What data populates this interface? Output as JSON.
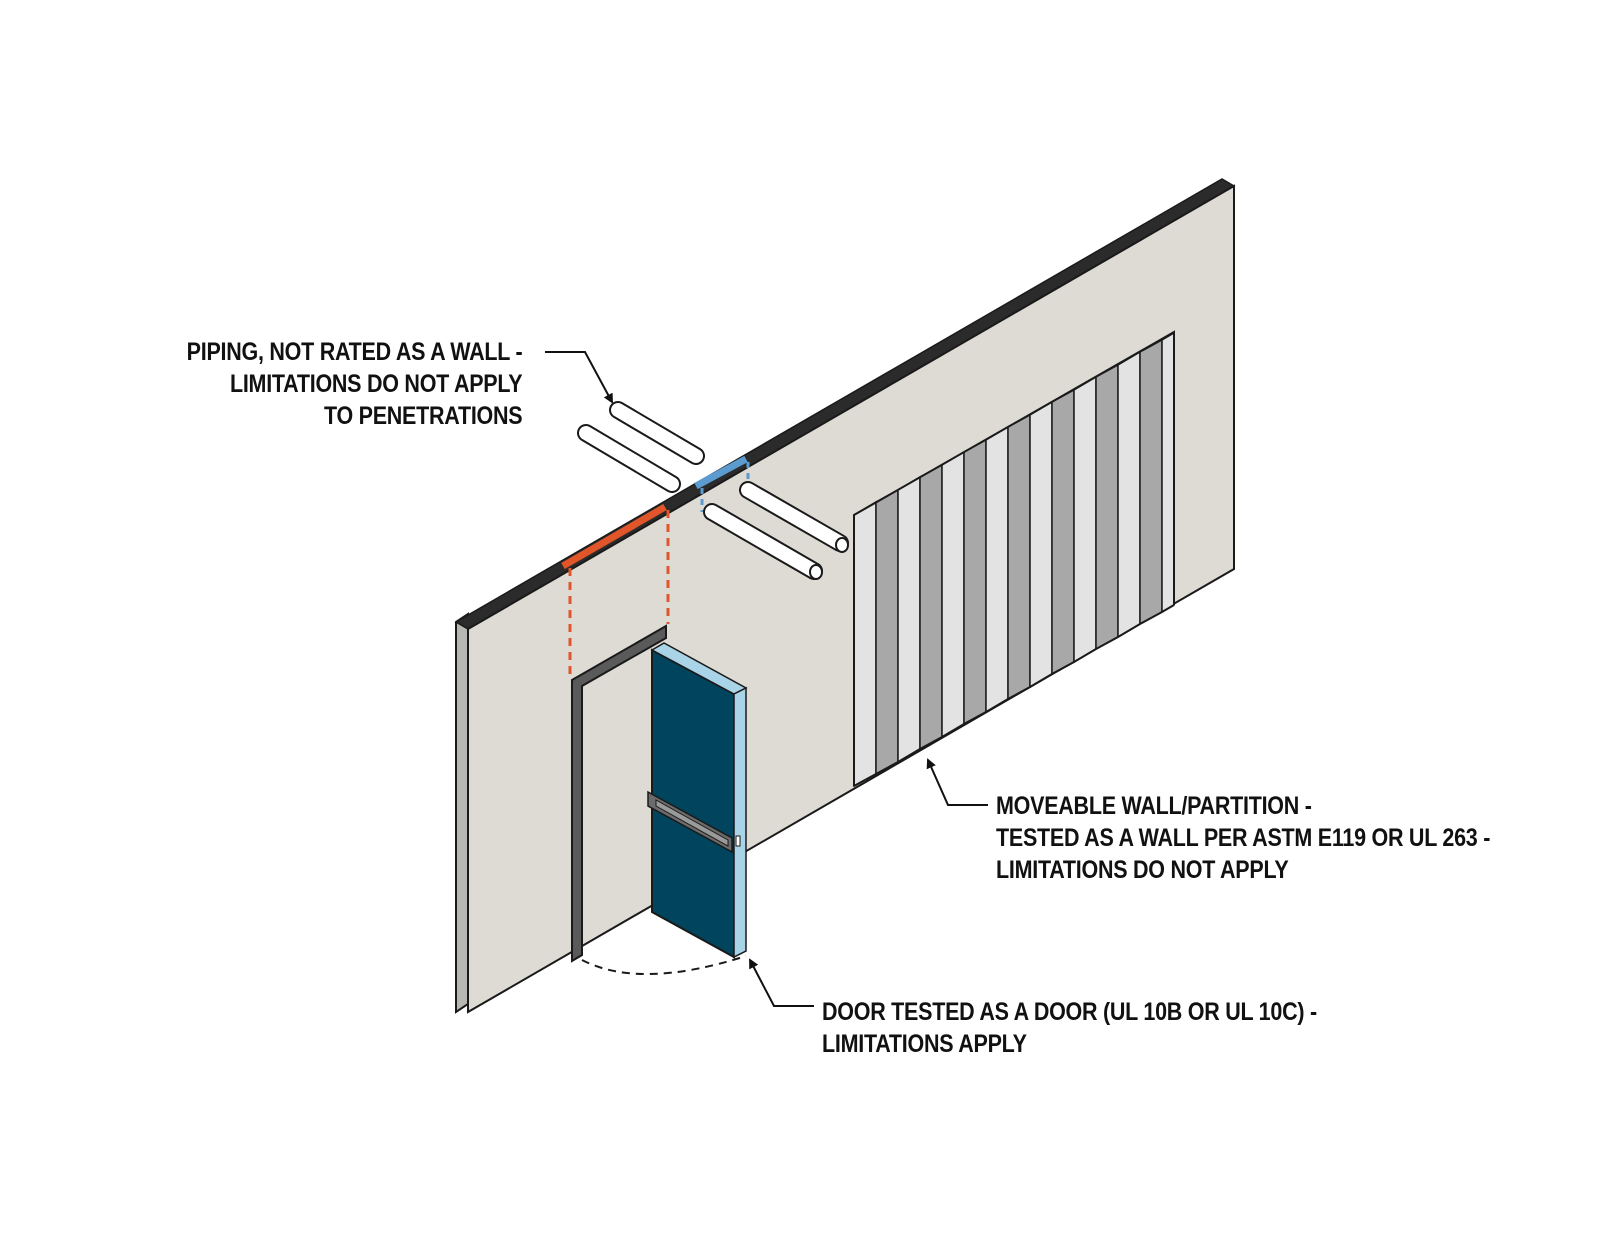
{
  "diagram": {
    "colors": {
      "wall_face": "#dedbd5",
      "wall_edge_dark": "#2b2b2b",
      "wall_end": "#b9b7b3",
      "door_panel": "#00445e",
      "door_edge": "#a9d3e6",
      "frame": "#5a5a5a",
      "partition_light": "#e3e3e3",
      "partition_dark": "#a8a8a8",
      "red_marker": "#e0562a",
      "blue_marker": "#5b9bd0",
      "pipe_fill": "#ffffff",
      "outline": "#1a1a1a"
    },
    "icons": {
      "pipe": "pipe-icon",
      "door": "door-icon",
      "partition": "folding-partition-icon",
      "leader_arrow": "arrow-icon"
    },
    "callouts": {
      "piping": {
        "lines": [
          "PIPING, NOT RATED AS A WALL -",
          "LIMITATIONS DO NOT APPLY",
          "TO PENETRATIONS"
        ]
      },
      "moveable_wall": {
        "lines": [
          "MOVEABLE WALL/PARTITION -",
          "TESTED AS A WALL PER ASTM E119 OR UL 263 -",
          "LIMITATIONS DO NOT APPLY"
        ]
      },
      "door": {
        "lines": [
          "DOOR TESTED AS A DOOR (UL 10B OR UL 10C) -",
          "LIMITATIONS APPLY"
        ]
      }
    }
  }
}
